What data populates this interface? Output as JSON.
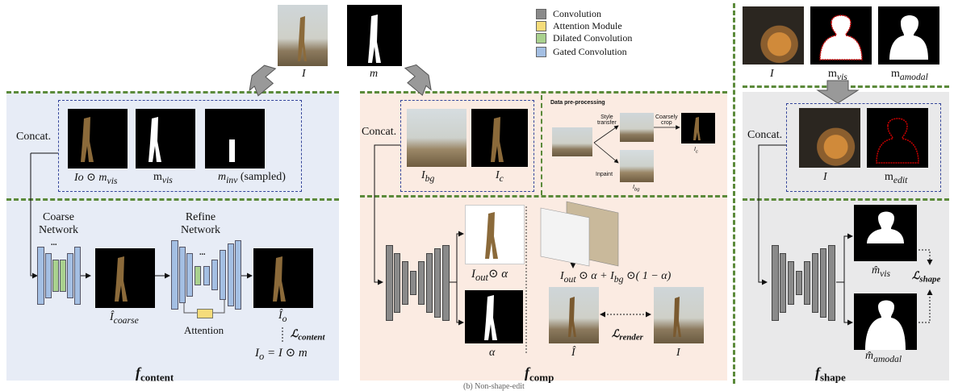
{
  "legend": [
    {
      "label": "Convolution",
      "color": "#8a8a8a"
    },
    {
      "label": "Attention Module",
      "color": "#f5dc7a"
    },
    {
      "label": "Dilated Convolution",
      "color": "#a9d18e"
    },
    {
      "label": "Gated Convolution",
      "color": "#a4bfe3"
    }
  ],
  "top": {
    "I": "I",
    "m": "m"
  },
  "content": {
    "concat": "Concat.",
    "inp1": "I",
    "inp1_op": "o ⊙ m",
    "inp1_sub": "vis",
    "inp2": "m",
    "inp2_sub": "vis",
    "inp3": "m",
    "inp3_sub": "inv",
    "inp3_note": "(sampled)",
    "coarse": "Coarse",
    "coarse2": "Network",
    "refine": "Refine",
    "refine2": "Network",
    "dots1": "...",
    "dots2": "...",
    "coarse_out": "Î",
    "coarse_out_sub": "coarse",
    "attention": "Attention",
    "io_hat": "Î",
    "io_hat_sub": "o",
    "loss": "ℒ",
    "loss_sub": "content",
    "eq": "I",
    "eq_sub": "o",
    "eq_rest": "= I ⊙ m",
    "title": "f",
    "title_sub": "content"
  },
  "comp": {
    "concat": "Concat.",
    "ibg": "I",
    "ibg_sub": "bg",
    "ic": "I",
    "ic_sub": "c",
    "pre_title": "Data pre-processing",
    "style": "Style",
    "style2": "transfer",
    "coarsely": "Coarsely",
    "crop": "crop",
    "inpaint": "Inpaint",
    "pre_ic": "I",
    "pre_ic_sub": "c",
    "pre_ibg": "I",
    "pre_ibg_sub": "bg",
    "iout": "I",
    "iout_sub": "out",
    "iout_rest": "⊙ α",
    "alpha": "α",
    "formula": "I",
    "formula_sub": "out",
    "formula_rest": " ⊙ α + I",
    "formula_sub2": "bg",
    "formula_rest2": " ⊙( 1 − α)",
    "ihat": "Î",
    "lrender": "ℒ",
    "lrender_sub": "render",
    "i": "I",
    "title": "f",
    "title_sub": "comp",
    "caption": "(b) Non-shape-edit"
  },
  "shape": {
    "I": "I",
    "mvis": "m",
    "mvis_sub": "vis",
    "mamodal": "m",
    "mamodal_sub": "amodal",
    "concat": "Concat.",
    "I2": "I",
    "medit": "m",
    "medit_sub": "edit",
    "mhat_vis": "m̂",
    "mhat_vis_sub": "vis",
    "lshape": "ℒ",
    "lshape_sub": "shape",
    "mhat_amodal": "m̂",
    "mhat_amodal_sub": "amodal",
    "title": "f",
    "title_sub": "shape"
  }
}
